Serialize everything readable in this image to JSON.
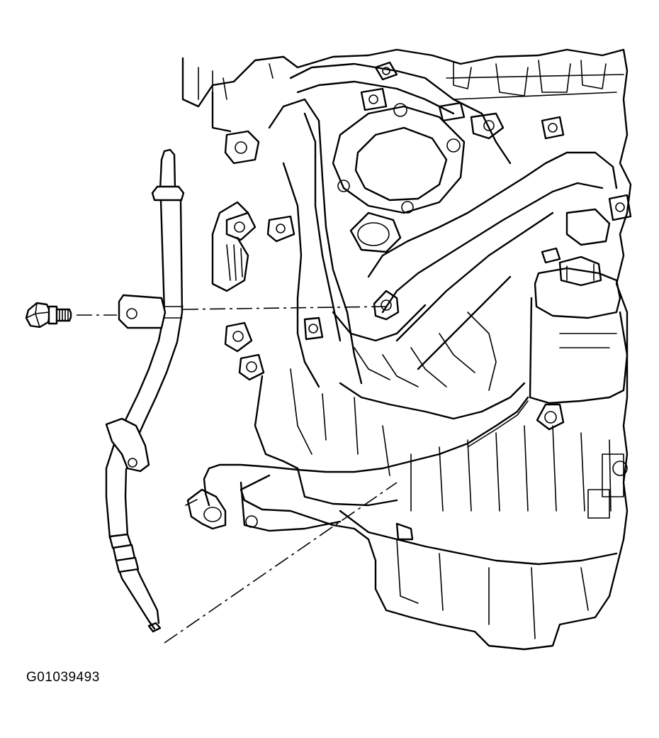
{
  "figure": {
    "id_label": "G01039493"
  },
  "colors": {
    "line": "#000000",
    "background": "#ffffff"
  },
  "parts": {
    "engine": "engine-assembly",
    "intake_manifold": "intake-manifold",
    "dipstick_tube": "oil-level-dipstick-tube",
    "bolt": "tube-mounting-bolt",
    "oil_filter": "oil-filter-housing"
  }
}
